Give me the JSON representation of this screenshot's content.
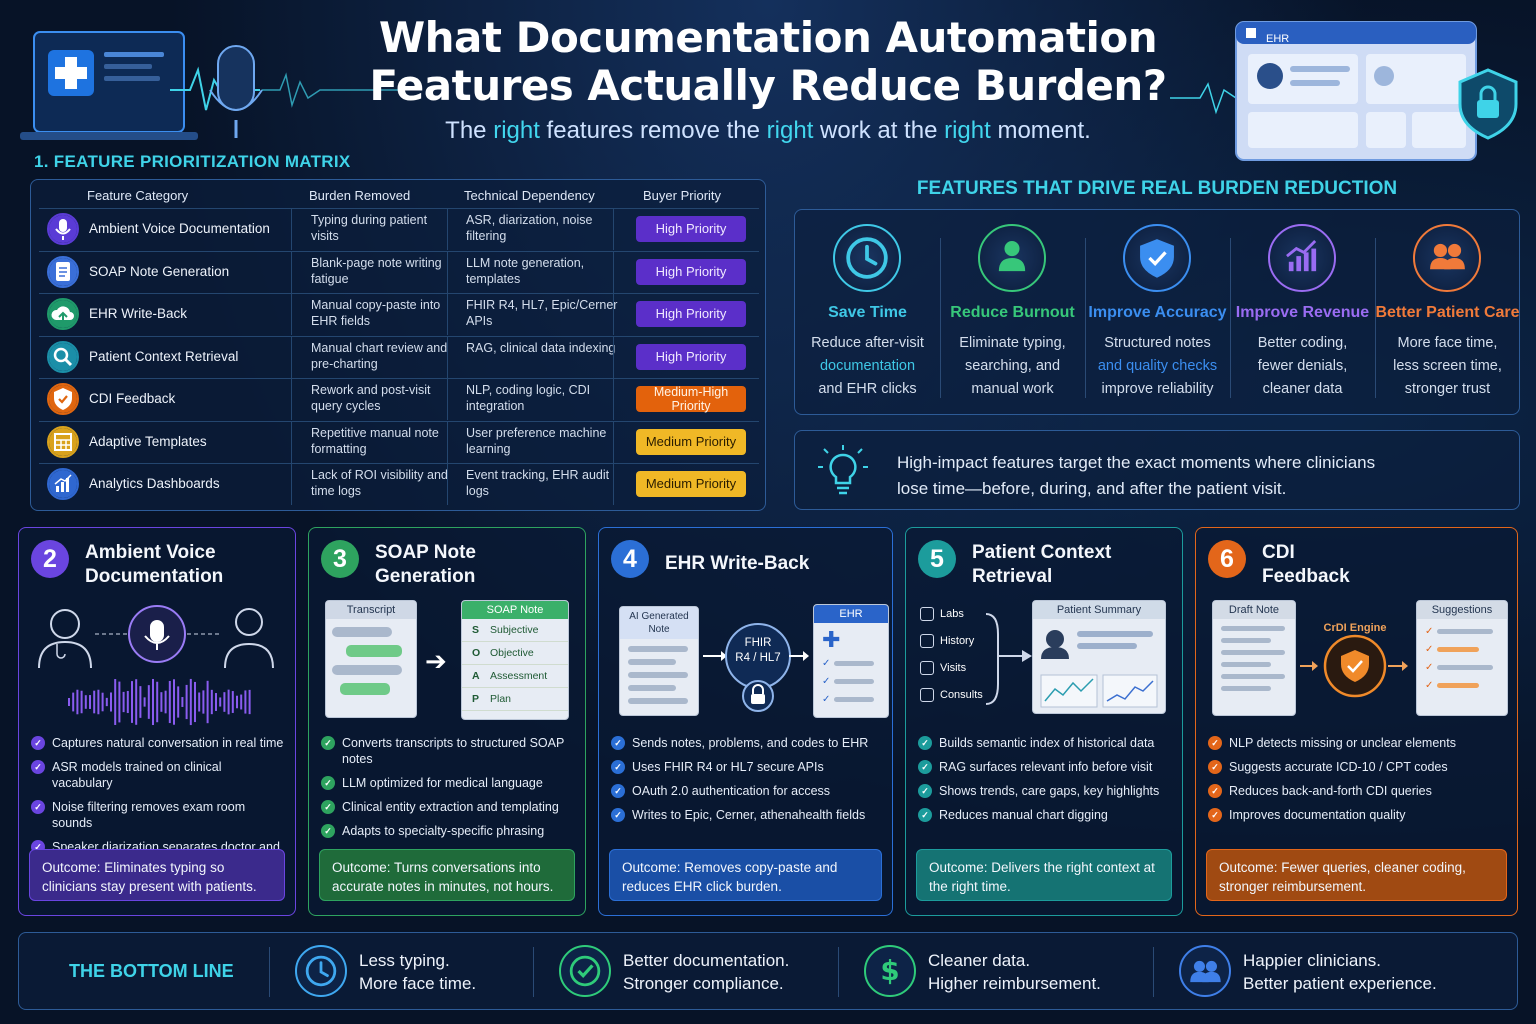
{
  "header": {
    "title_line1": "What Documentation Automation",
    "title_line2": "Features Actually Reduce Burden?",
    "subtitle_parts": [
      "The ",
      "right",
      " features remove the ",
      "right",
      " work at the ",
      "right",
      " moment."
    ],
    "ehr_window_label": "EHR"
  },
  "matrix": {
    "section_title": "1.  FEATURE PRIORITIZATION MATRIX",
    "columns": [
      "Feature Category",
      "Burden Removed",
      "Technical Dependency",
      "Buyer Priority"
    ],
    "rows": [
      {
        "category": "Ambient Voice Documentation",
        "burden": "Typing during patient visits",
        "dependency": "ASR, diarization, noise filtering",
        "priority": "High Priority",
        "icon": "microphone-icon",
        "color": "#5a3bd6"
      },
      {
        "category": "SOAP Note Generation",
        "burden": "Blank-page note writing fatigue",
        "dependency": "LLM note generation, templates",
        "priority": "High Priority",
        "icon": "document-icon",
        "color": "#3a6fd8"
      },
      {
        "category": "EHR Write-Back",
        "burden": "Manual copy-paste into EHR fields",
        "dependency": "FHIR R4, HL7, Epic/Cerner APIs",
        "priority": "High Priority",
        "icon": "cloud-upload-icon",
        "color": "#1f9a6a"
      },
      {
        "category": "Patient Context Retrieval",
        "burden": "Manual chart review and pre-charting",
        "dependency": "RAG, clinical data indexing",
        "priority": "High Priority",
        "icon": "search-icon",
        "color": "#1b8fa8"
      },
      {
        "category": "CDI Feedback",
        "burden": "Rework and post-visit query cycles",
        "dependency": "NLP, coding logic, CDI integration",
        "priority": "Medium-High Priority",
        "icon": "shield-check-icon",
        "color": "#e0660f"
      },
      {
        "category": "Adaptive Templates",
        "burden": "Repetitive manual note formatting",
        "dependency": "User preference machine learning",
        "priority": "Medium Priority",
        "icon": "grid-template-icon",
        "color": "#d9a21c"
      },
      {
        "category": "Analytics Dashboards",
        "burden": "Lack of ROI visibility and time logs",
        "dependency": "Event tracking, EHR audit logs",
        "priority": "Medium Priority",
        "icon": "bar-chart-icon",
        "color": "#2f67d0"
      }
    ]
  },
  "drivers": {
    "title": "FEATURES THAT DRIVE REAL BURDEN REDUCTION",
    "items": [
      {
        "title": "Save Time",
        "line1": "Reduce after-visit",
        "line2": "documentation",
        "line3": "and EHR clicks",
        "color": "#3fc8e6",
        "icon": "clock-icon"
      },
      {
        "title": "Reduce Burnout",
        "line1": "Eliminate typing,",
        "line2": "searching, and",
        "line3": "manual work",
        "color": "#37c77a",
        "icon": "person-icon"
      },
      {
        "title": "Improve Accuracy",
        "line1": "Structured notes",
        "line2": "and quality checks",
        "line3": "improve reliability",
        "color": "#3b8ef0",
        "icon": "shield-check-icon"
      },
      {
        "title": "Improve Revenue",
        "line1": "Better coding,",
        "line2": "fewer denials,",
        "line3": "cleaner data",
        "color": "#9a6cf2",
        "icon": "growth-chart-icon"
      },
      {
        "title": "Better Patient Care",
        "line1": "More face time,",
        "line2": "less screen time,",
        "line3": "stronger trust",
        "color": "#f07a3a",
        "icon": "people-icon"
      }
    ],
    "insight_line1": "High-impact features target the exact moments where clinicians",
    "insight_line2": "lose time—before, during, and after the patient visit."
  },
  "cards": [
    {
      "num": "2",
      "title_line1": "Ambient Voice",
      "title_line2": "Documentation",
      "color": "#6a45e0",
      "bullets": [
        "Captures natural conversation in real time",
        "ASR models trained on clinical vacabulary",
        "Noise filtering removes exam room sounds",
        "Speaker diarization separates doctor and patient voices"
      ],
      "outcome": "Outcome: Eliminates typing so clinicians stay present with patients."
    },
    {
      "num": "3",
      "title_line1": "SOAP Note",
      "title_line2": "Generation",
      "color": "#2ea35f",
      "transcript_label": "Transcript",
      "soap_label": "SOAP Note",
      "soap_items": [
        [
          "S",
          "Subjective"
        ],
        [
          "O",
          "Objective"
        ],
        [
          "A",
          "Assessment"
        ],
        [
          "P",
          "Plan"
        ]
      ],
      "bullets": [
        "Converts transcripts to structured SOAP notes",
        "LLM optimized for medical language",
        "Clinical entity extraction and templating",
        "Adapts to specialty-specific phrasing"
      ],
      "outcome": "Outcome: Turns conversations into accurate notes in minutes, not hours."
    },
    {
      "num": "4",
      "title_line1": "EHR Write-Back",
      "title_line2": "",
      "color": "#2b6fd6",
      "ai_label": "AI Generated Note",
      "fhir_line1": "FHIR",
      "fhir_line2": "R4 / HL7",
      "ehr_label": "EHR",
      "bullets": [
        "Sends notes, problems, and codes to EHR",
        "Uses FHIR R4 or HL7 secure APIs",
        "OAuth 2.0 authentication for access",
        "Writes to Epic, Cerner, athenahealth fields"
      ],
      "outcome": "Outcome: Removes copy-paste and reduces EHR click burden."
    },
    {
      "num": "5",
      "title_line1": "Patient Context",
      "title_line2": "Retrieval",
      "color": "#1c9c9c",
      "sources": [
        "Labs",
        "History",
        "Visits",
        "Consults"
      ],
      "summary_label": "Patient Summary",
      "bullets": [
        "Builds semantic index of historical data",
        "RAG surfaces relevant info before visit",
        "Shows trends, care gaps, key highlights",
        "Reduces manual chart digging"
      ],
      "outcome": "Outcome: Delivers the right context at the right time."
    },
    {
      "num": "6",
      "title_line1": "CDI",
      "title_line2": "Feedback",
      "color": "#e3661a",
      "draft_label": "Draft Note",
      "engine_label": "CrDI Engine",
      "suggestions_label": "Suggestions",
      "bullets": [
        "NLP detects missing or unclear elements",
        "Suggests accurate ICD-10 / CPT codes",
        "Reduces back-and-forth CDI queries",
        "Improves documentation quality"
      ],
      "outcome": "Outcome: Fewer queries, cleaner coding, stronger reimbursement."
    }
  ],
  "bottom_line": {
    "label": "THE BOTTOM LINE",
    "items": [
      {
        "line1": "Less typing.",
        "line2": "More face time.",
        "icon": "clock-icon",
        "color": "#3fa8f0"
      },
      {
        "line1": "Better documentation.",
        "line2": "Stronger compliance.",
        "icon": "check-circle-icon",
        "color": "#2fcb7a"
      },
      {
        "line1": "Cleaner data.",
        "line2": "Higher reimbursement.",
        "icon": "dollar-icon",
        "color": "#2fcb7a"
      },
      {
        "line1": "Happier clinicians.",
        "line2": "Better patient experience.",
        "icon": "people-icon",
        "color": "#3f7fe8"
      }
    ]
  }
}
